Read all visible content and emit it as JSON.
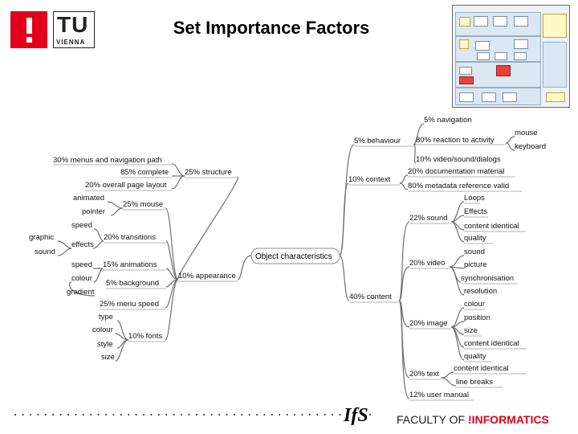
{
  "header": {
    "title": "Set Importance Factors",
    "logo_tu_text": "TU",
    "logo_tu_sub": "VIENNA"
  },
  "colors": {
    "accent_red": "#e2001a",
    "line": "#6e6e6e",
    "node_border": "#8c8c8c"
  },
  "mindmap": {
    "root": "Object characteristics",
    "branches": [
      "5% behaviour",
      "10% context",
      "40% content",
      "10% appearance",
      "25% structure",
      "20% transitions",
      "15% animations",
      "5% background",
      "25% menu speed",
      "10% fonts",
      "25% mouse",
      "22% sound",
      "20% video",
      "20% image",
      "20% text",
      "12% user manual"
    ],
    "leaves": [
      "5% navigation",
      "80% reaction to activity",
      "mouse",
      "keyboard",
      "10% video/sound/dialogs",
      "20% documentation material",
      "80% metadata reference valid",
      "30% menus and navigation path",
      "85% complete",
      "20% overall page layout",
      "animated",
      "pointer",
      "speed",
      "graphic",
      "effects",
      "sound",
      "speed",
      "colour",
      "gradient",
      "type",
      "colour",
      "style",
      "size",
      "Loops",
      "Effects",
      "content identical",
      "quality",
      "sound",
      "picture",
      "synchronisation",
      "resolution",
      "colour",
      "position",
      "size",
      "content identical",
      "quality",
      "content identical",
      "line breaks"
    ]
  },
  "footer": {
    "dots": "................................................",
    "ifs_logo": "IfS",
    "faculty": "FACULTY",
    "of": "OF",
    "informatics": "!INFORMATICS"
  },
  "thumbnail": {
    "icon": "process-diagram-thumbnail"
  }
}
